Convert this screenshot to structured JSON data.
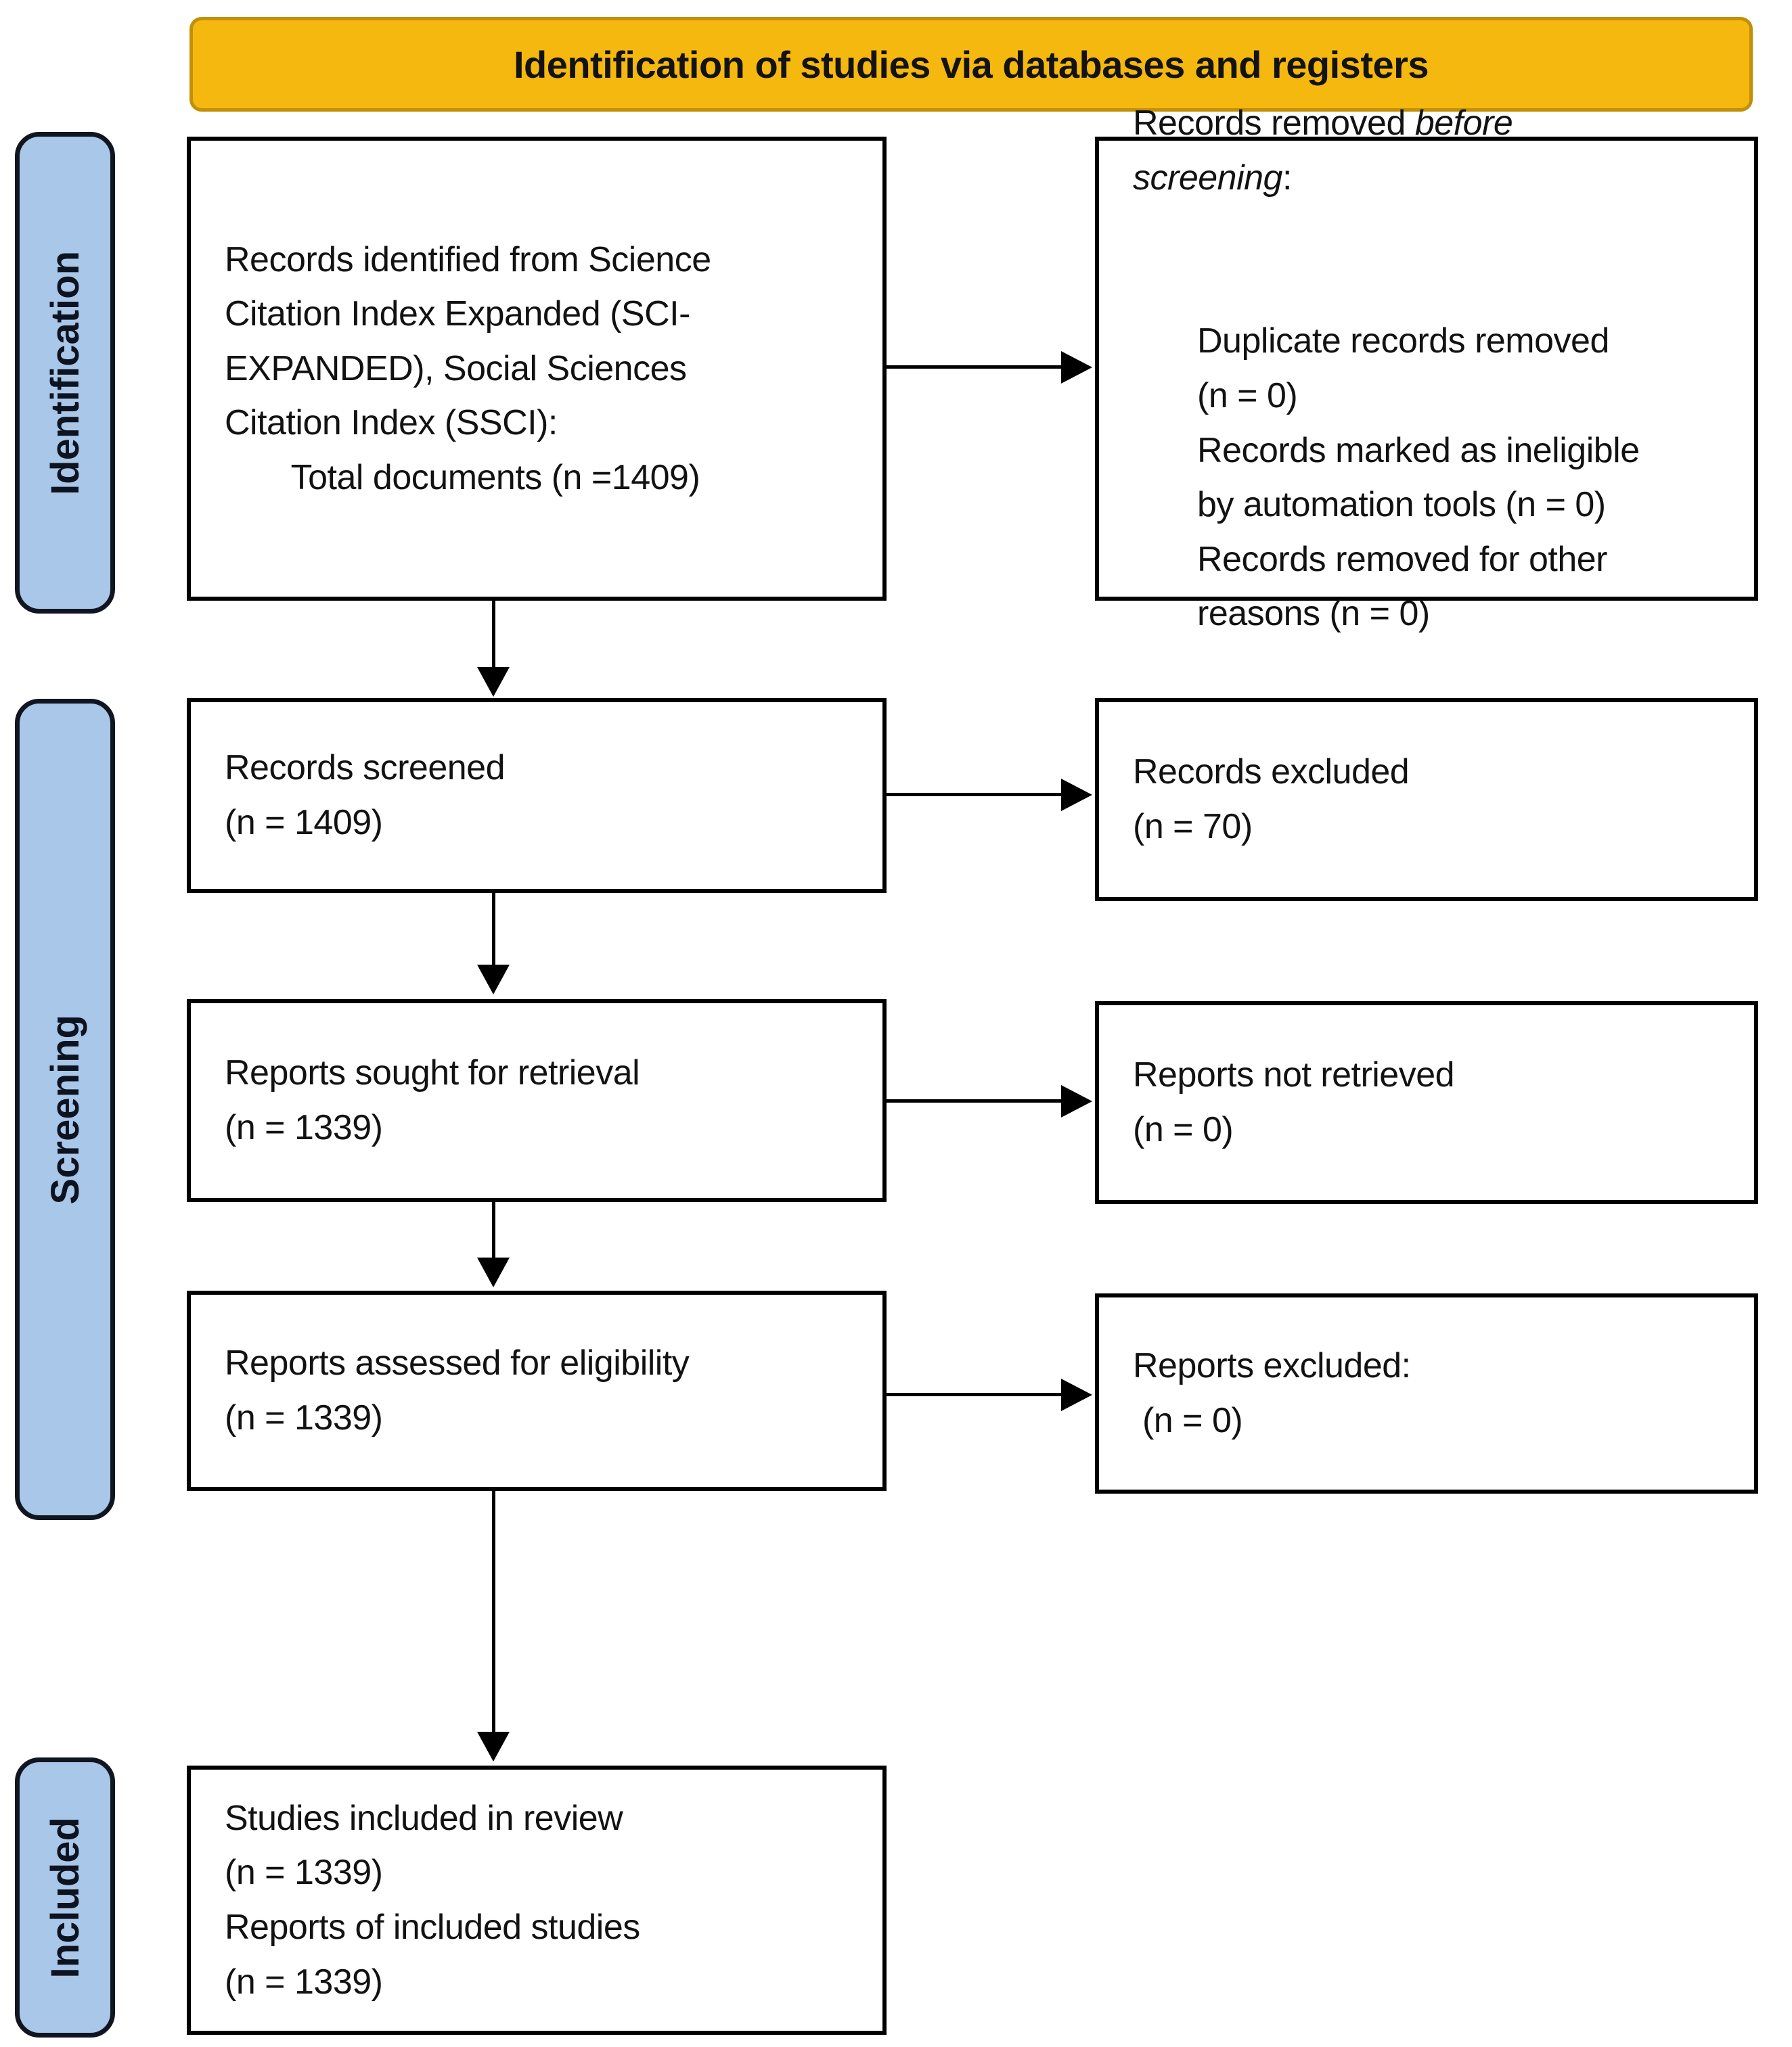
{
  "banner": {
    "label": "Identification of studies via databases and registers"
  },
  "stages": [
    {
      "label": "Identification"
    },
    {
      "label": "Screening"
    },
    {
      "label": "Included"
    }
  ],
  "boxes": {
    "identified": {
      "text": "Records identified from Science\nCitation Index Expanded (SCI-\nEXPANDED), Social Sciences\nCitation Index (SSCI):\n       Total documents (n =1409)"
    },
    "removed": {
      "prefix": "Records removed ",
      "italic": "before\nscreening",
      "suffix": ":",
      "items": "Duplicate records removed\n(n = 0)\nRecords marked as ineligible\nby automation tools (n = 0)\nRecords removed for other\nreasons (n = 0)"
    },
    "screened": {
      "text": "Records screened\n(n = 1409)"
    },
    "records_excluded": {
      "text": "Records excluded\n(n = 70)"
    },
    "sought": {
      "text": "Reports sought for retrieval\n(n = 1339)"
    },
    "not_retrieved": {
      "text": "Reports not retrieved\n(n = 0)"
    },
    "assessed": {
      "text": "Reports assessed for eligibility\n(n = 1339)"
    },
    "reports_excluded": {
      "text": "Reports excluded:\n (n = 0)"
    },
    "included": {
      "text": "Studies included in review\n(n = 1339)\nReports of included studies\n(n = 1339)"
    }
  },
  "colors": {
    "banner_fill": "#F5B80E",
    "banner_border": "#C28F08",
    "stage_fill": "#A9C7E8",
    "stage_border": "#11151F",
    "box_border": "#000000",
    "text": "#121212"
  }
}
